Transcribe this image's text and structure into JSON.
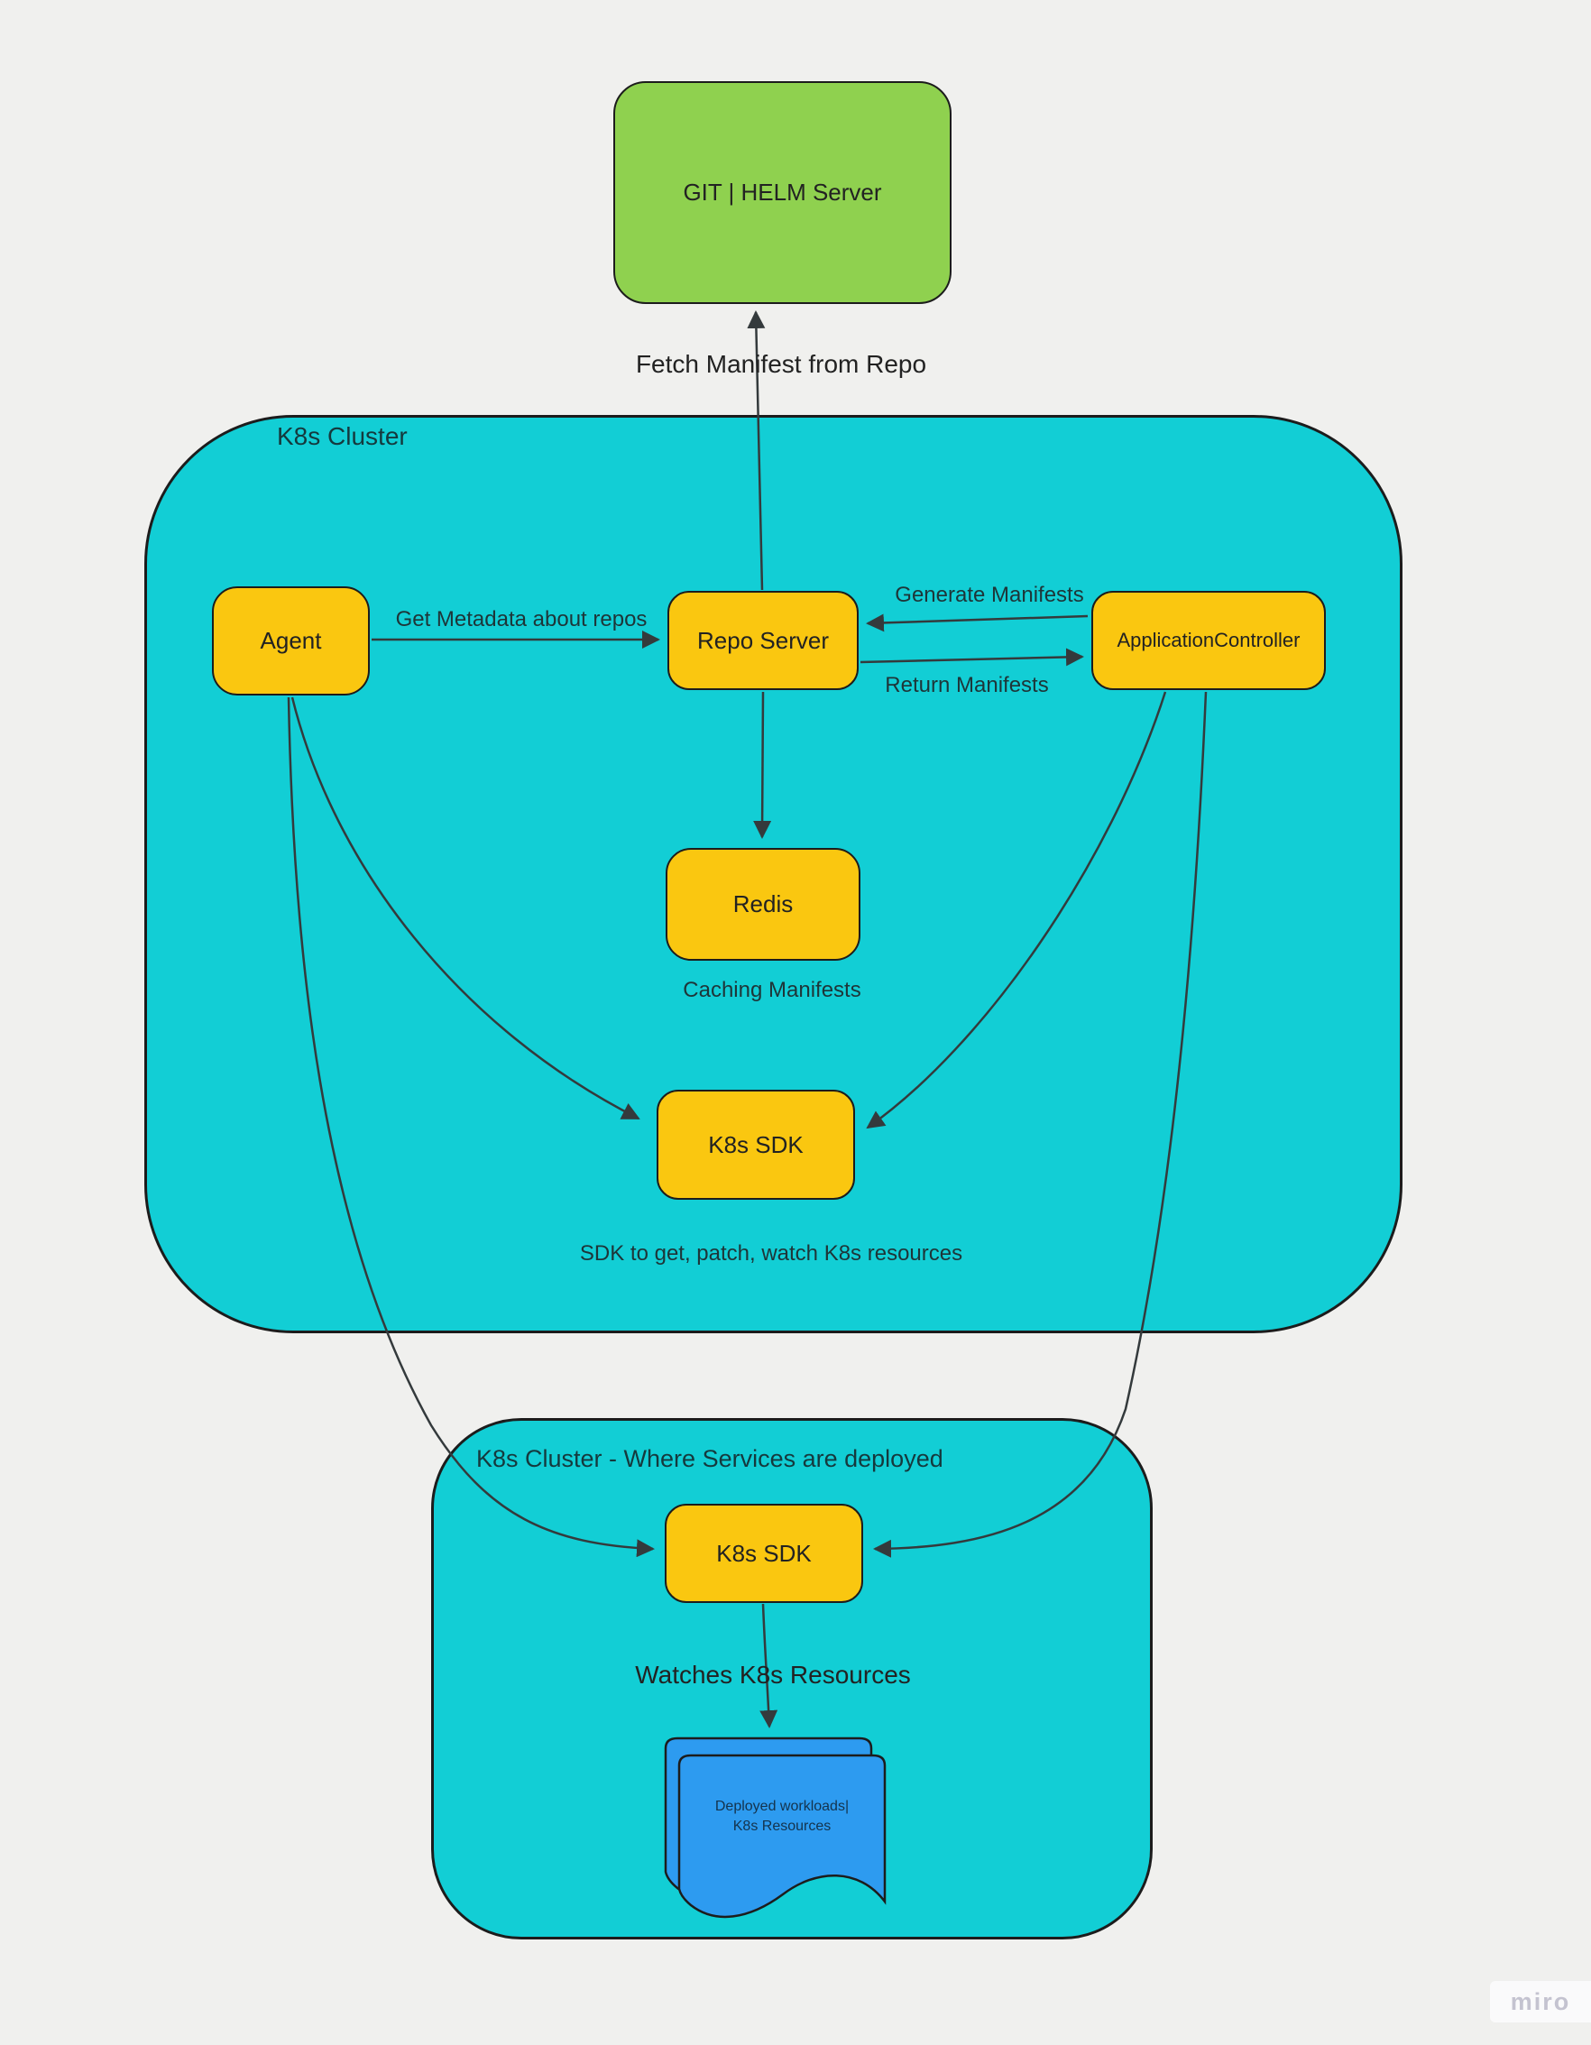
{
  "watermark": "miro",
  "palette": {
    "background": "#f0f0ee",
    "cluster_fill": "#12ced5",
    "node_fill": "#fac710",
    "git_fill": "#8fd14f",
    "doc_fill": "#2d9bf0",
    "connector_stroke": "#343a3c",
    "shape_border": "#1c1c1c",
    "watermark_color": "#c4c3d0"
  },
  "clusters": {
    "control": {
      "label": "K8s Cluster"
    },
    "deploy": {
      "label": "K8s Cluster - Where Services are deployed"
    }
  },
  "nodes": {
    "git_helm": {
      "label": "GIT | HELM Server"
    },
    "agent": {
      "label": "Agent"
    },
    "repo_server": {
      "label": "Repo Server"
    },
    "application_controller": {
      "label": "ApplicationController"
    },
    "redis": {
      "label": "Redis"
    },
    "k8s_sdk_control": {
      "label": "K8s SDK"
    },
    "k8s_sdk_deploy": {
      "label": "K8s SDK"
    },
    "deployed_workloads": {
      "line1": "Deployed workloads|",
      "line2": "K8s Resources"
    }
  },
  "edge_labels": {
    "fetch_manifest": "Fetch Manifest from Repo",
    "get_metadata": "Get Metadata about repos",
    "generate_manifests": "Generate Manifests",
    "return_manifests": "Return Manifests",
    "caching_manifests": "Caching Manifests",
    "sdk_description": "SDK to get, patch, watch K8s resources",
    "watches_resources": "Watches K8s Resources"
  }
}
